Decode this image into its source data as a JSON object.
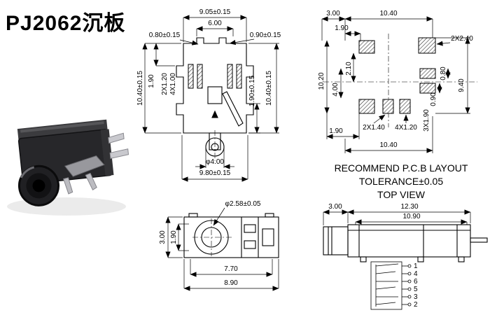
{
  "title": "PJ2062沉板",
  "front_view": {
    "dims": {
      "width_outer": "9.05±0.15",
      "width_inner": "6.00",
      "notch_left": "0.80±0.15",
      "notch_right": "0.90±0.15",
      "height_left_outer": "10.40±0.15",
      "pin_offset_left": "1.90",
      "pin_w1": "2X1.20",
      "pin_w2": "4X1.00",
      "height_right_inner": "1.90±0.15",
      "height_right_outer": "10.40±0.15",
      "hole_dia": "φ4.00",
      "width_bottom": "9.80±0.15"
    }
  },
  "pcb_view": {
    "dims": {
      "top_offset": "3.00",
      "top_width": "10.40",
      "top_pin": "1.90",
      "pad_tr": "2X2.40",
      "left_1": "2.10",
      "left_outer": "10.20",
      "left_2": "4.00",
      "right_1": "0.80",
      "right_outer": "9.40",
      "right_2": "0.90",
      "bottom_left": "1.90",
      "bottom_pads1": "2X1.40",
      "bottom_pads2": "4X1.20",
      "bottom_right": "3X1.90",
      "bottom_width": "10.40"
    },
    "caption": [
      "RECOMMEND P.C.B LAYOUT",
      "TOLERANCE±0.05",
      "TOP VIEW"
    ]
  },
  "bottom_view": {
    "dims": {
      "hole_dia": "φ2.58±0.05",
      "left_outer": "3.00",
      "left_inner": "1.90",
      "width_inner": "7.70",
      "width_outer": "8.90"
    }
  },
  "side_view": {
    "dims": {
      "barrel": "3.00",
      "length_outer": "12.30",
      "length_inner": "10.90"
    },
    "pins": [
      "1",
      "4",
      "6",
      "5",
      "3",
      "2"
    ]
  }
}
